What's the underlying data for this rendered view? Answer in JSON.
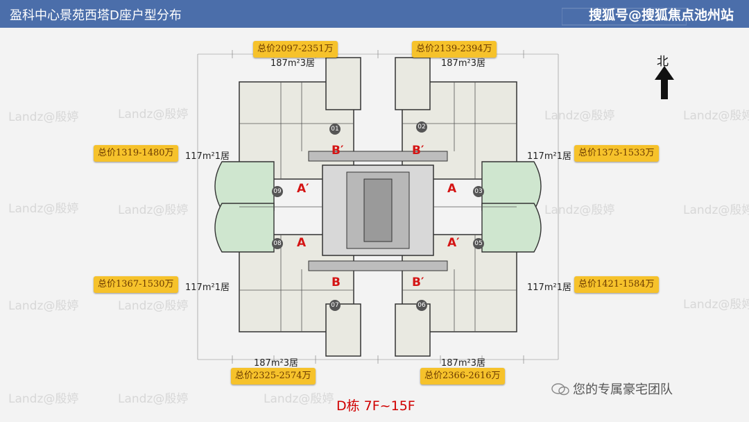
{
  "header": {
    "title": "盈科中心景苑西塔D座户型分布",
    "source": "搜狐号@搜狐焦点池州站"
  },
  "compass": {
    "label": "北"
  },
  "prices": {
    "top_left": "总价2097-2351万",
    "top_right": "总价2139-2394万",
    "mid_top_left": "总价1319-1480万",
    "mid_top_right": "总价1373-1533万",
    "mid_bottom_left": "总价1367-1530万",
    "mid_bottom_right": "总价1421-1584万",
    "bottom_left": "总价2325-2574万",
    "bottom_right": "总价2366-2616万"
  },
  "areas": {
    "top_left": "187m²3居",
    "top_right": "187m²3居",
    "mid_top_left": "117m²1居",
    "mid_top_right": "117m²1居",
    "mid_bottom_left": "117m²1居",
    "mid_bottom_right": "117m²1居",
    "bottom_left": "187m²3居",
    "bottom_right": "187m²3居"
  },
  "units": {
    "b_prime": "B′",
    "a_prime": "A′",
    "a": "A",
    "b": "B"
  },
  "unit_numbers": [
    "01",
    "02",
    "03",
    "05",
    "06",
    "07",
    "08",
    "09"
  ],
  "watermark": "Landz@殷婷",
  "floor_caption": "D栋 7F~15F",
  "wechat": "您的专属豪宅团队"
}
